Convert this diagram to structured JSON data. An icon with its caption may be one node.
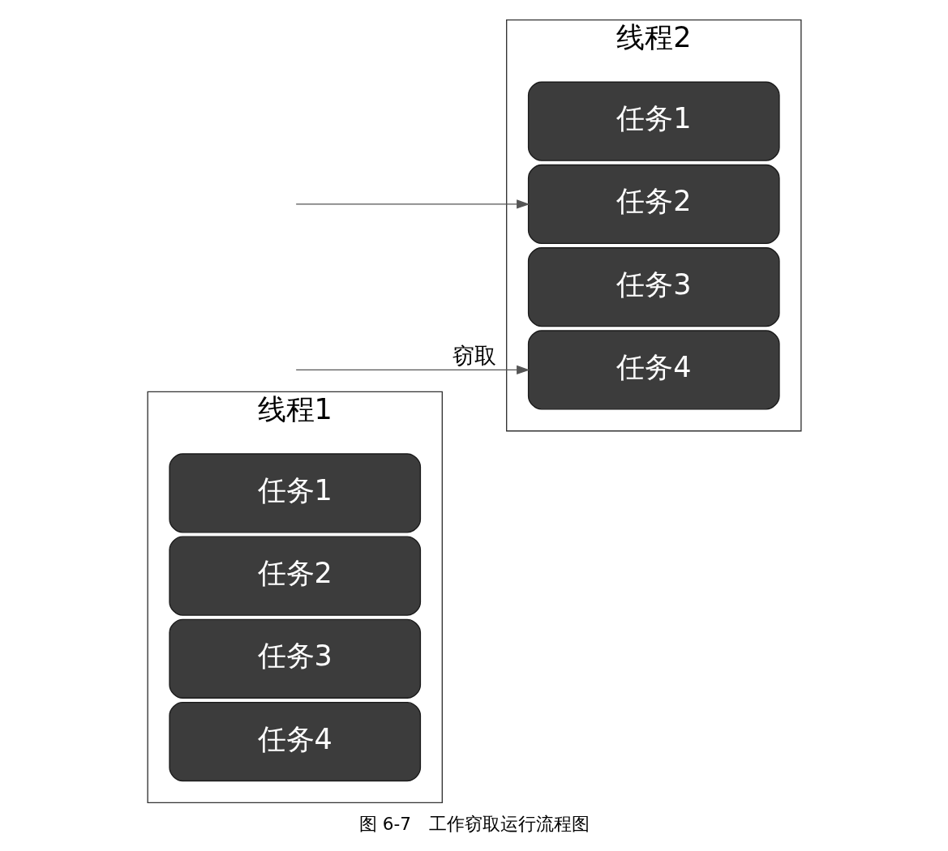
{
  "diagram": {
    "caption": "图 6-7　工作窃取运行流程图",
    "nodes": [
      {
        "text": [
          "线程1"
        ]
      },
      {
        "text": [
          "任务1"
        ],
        "in": 0
      },
      {
        "text": [
          "任务2"
        ],
        "in": 0
      },
      {
        "text": [
          "任务3"
        ],
        "in": 0
      },
      {
        "text": [
          "任务4"
        ],
        "in": 0
      },
      {
        "text": [
          "线程2"
        ]
      },
      {
        "text": [
          "任务1"
        ],
        "in": 5
      },
      {
        "text": [
          "任务2"
        ],
        "in": 5
      },
      {
        "text": [
          "任务3"
        ],
        "in": 5
      },
      {
        "text": [
          "任务4"
        ],
        "in": 5
      }
    ],
    "edges": [
      {
        "from": null,
        "to": 9,
        "arrow": "to",
        "label": "窃取"
      },
      {
        "from": null,
        "to": 7,
        "arrow": "to"
      }
    ]
  }
}
